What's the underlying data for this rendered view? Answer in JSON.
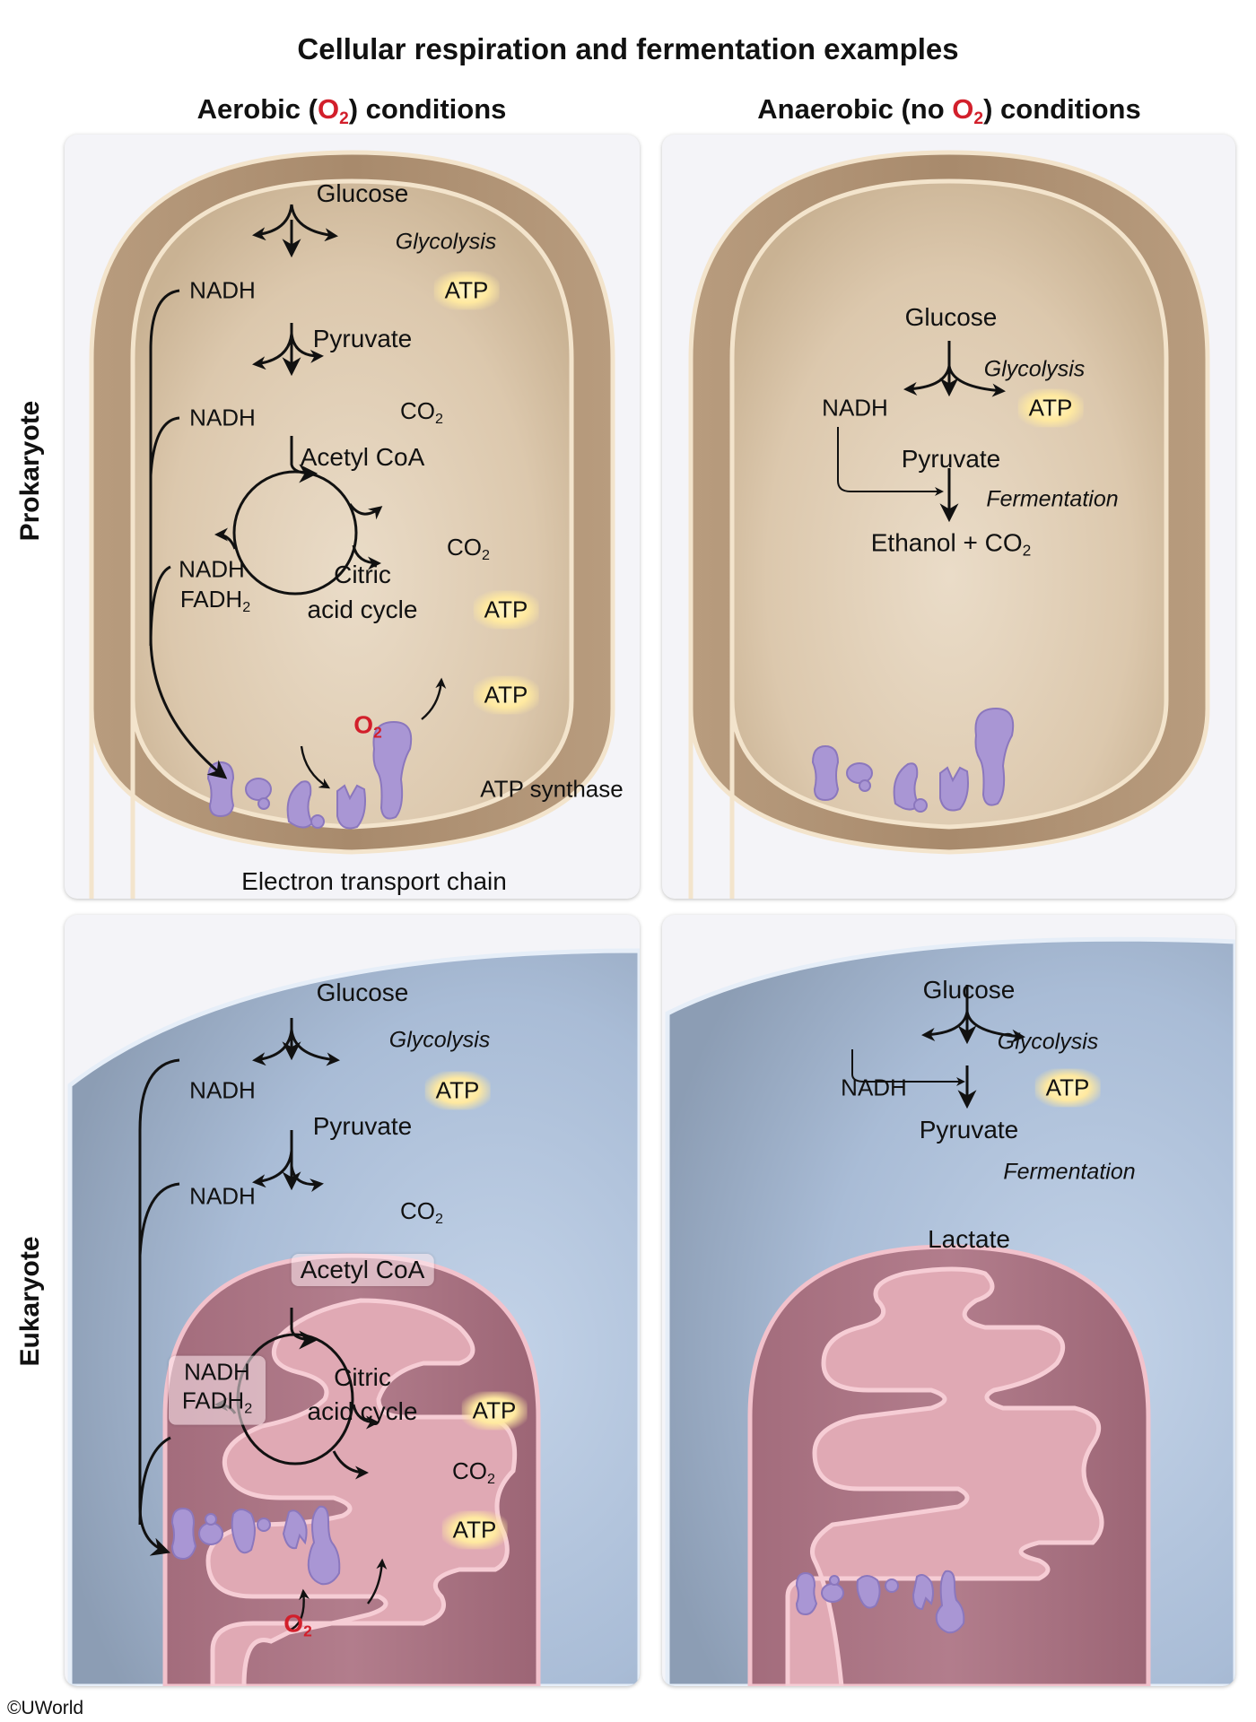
{
  "title": "Cellular respiration and fermentation examples",
  "columns": {
    "aerobic": {
      "prefix": "Aerobic (",
      "o2_main": "O",
      "o2_sub": "2",
      "suffix": ") conditions"
    },
    "anaerobic": {
      "prefix": "Anaerobic (no ",
      "o2_main": "O",
      "o2_sub": "2",
      "suffix": ") conditions"
    }
  },
  "rows": {
    "prokaryote": "Prokaryote",
    "eukaryote": "Eukaryote"
  },
  "colors": {
    "o2_red": "#d21f2b",
    "cell_tan": "#d9c3a6",
    "cytoplasm_blue": "#a9bcd6",
    "mito_pink": "#c98c98",
    "protein_purple": "#a996d4",
    "atp_glow": "#ffe9a0"
  },
  "panels": {
    "prokaryote_aerobic": {
      "glucose": "Glucose",
      "glycolysis": "Glycolysis",
      "nadh1": "NADH",
      "atp1": "ATP",
      "pyruvate": "Pyruvate",
      "nadh2": "NADH",
      "co2_1_main": "CO",
      "co2_1_sub": "2",
      "acetyl_coa": "Acetyl CoA",
      "cycle_line1": "Citric",
      "cycle_line2": "acid cycle",
      "co2_2_main": "CO",
      "co2_2_sub": "2",
      "nadh3": "NADH",
      "fadh2_main": "FADH",
      "fadh2_sub": "2",
      "atp2": "ATP",
      "atp3": "ATP",
      "o2_main": "O",
      "o2_sub": "2",
      "atp_synthase": "ATP synthase",
      "etc": "Electron transport chain"
    },
    "prokaryote_anaerobic": {
      "glucose": "Glucose",
      "glycolysis": "Glycolysis",
      "nadh": "NADH",
      "atp": "ATP",
      "pyruvate": "Pyruvate",
      "fermentation": "Fermentation",
      "product_main": "Ethanol + CO",
      "product_sub": "2"
    },
    "eukaryote_aerobic": {
      "glucose": "Glucose",
      "glycolysis": "Glycolysis",
      "nadh1": "NADH",
      "atp1": "ATP",
      "pyruvate": "Pyruvate",
      "nadh2": "NADH",
      "co2_1_main": "CO",
      "co2_1_sub": "2",
      "acetyl_coa": "Acetyl CoA",
      "cycle_line1": "Citric",
      "cycle_line2": "acid cycle",
      "nadh3": "NADH",
      "fadh2_main": "FADH",
      "fadh2_sub": "2",
      "atp2": "ATP",
      "co2_2_main": "CO",
      "co2_2_sub": "2",
      "atp3": "ATP",
      "o2_main": "O",
      "o2_sub": "2"
    },
    "eukaryote_anaerobic": {
      "glucose": "Glucose",
      "glycolysis": "Glycolysis",
      "nadh": "NADH",
      "atp": "ATP",
      "pyruvate": "Pyruvate",
      "fermentation": "Fermentation",
      "product": "Lactate"
    }
  },
  "copyright": "©UWorld"
}
